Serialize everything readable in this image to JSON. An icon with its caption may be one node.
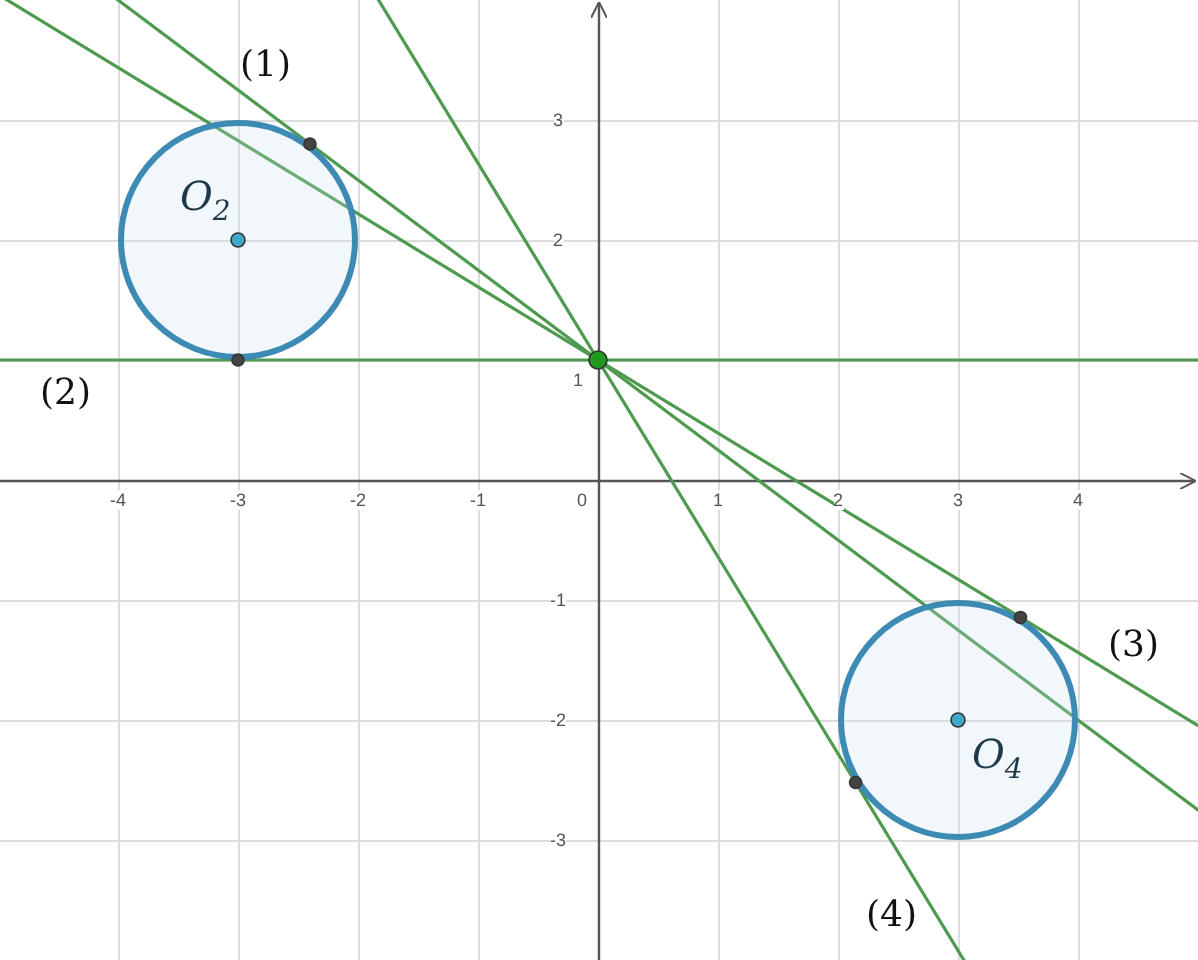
{
  "diagram": {
    "nodes": [
      {
        "text": [
          "O$_{2}$"
        ]
      },
      {
        "text": [
          "O$_{4}$"
        ]
      }
    ],
    "labels": [
      "(1)",
      "3",
      "2",
      "1",
      "(2)",
      "-4",
      "-3",
      "-2",
      "-1",
      "0",
      "1",
      "2",
      "3",
      "4",
      "-1",
      "(3)",
      "-2",
      "-3",
      "(4)"
    ]
  }
}
